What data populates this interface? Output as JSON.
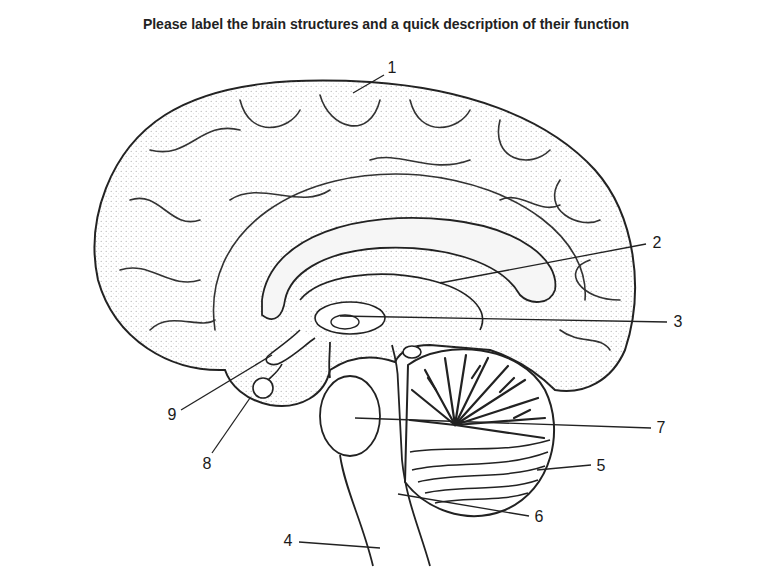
{
  "diagram": {
    "title": "Please label the brain structures and a quick description of their function",
    "labels": [
      "1",
      "2",
      "3",
      "9",
      "7",
      "5",
      "8",
      "6",
      "4"
    ]
  }
}
